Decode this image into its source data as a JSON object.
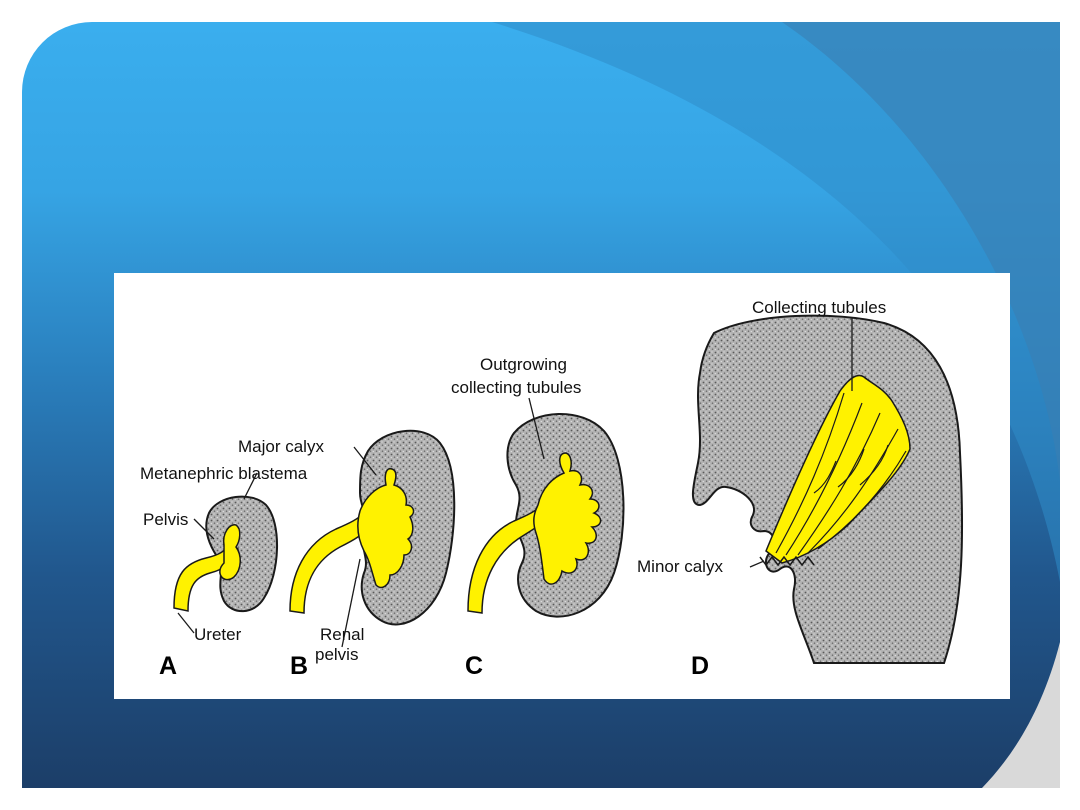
{
  "diagram": {
    "labels": {
      "major_calyx": "Major calyx",
      "metanephric_blastema": "Metanephric blastema",
      "pelvis": "Pelvis",
      "ureter": "Ureter",
      "renal_pelvis_line1": "Renal",
      "renal_pelvis_line2": "pelvis",
      "outgrowing_line1": "Outgrowing",
      "outgrowing_line2": "collecting tubules",
      "collecting_tubules": "Collecting tubules",
      "minor_calyx": "Minor calyx"
    },
    "stages": [
      "A",
      "B",
      "C",
      "D"
    ]
  },
  "colors": {
    "slide_top": "#3aaeee",
    "slide_bottom": "#1c3e68",
    "tissue": "#a9a9a9",
    "bud": "#fff200",
    "outline": "#1a1a1a"
  }
}
